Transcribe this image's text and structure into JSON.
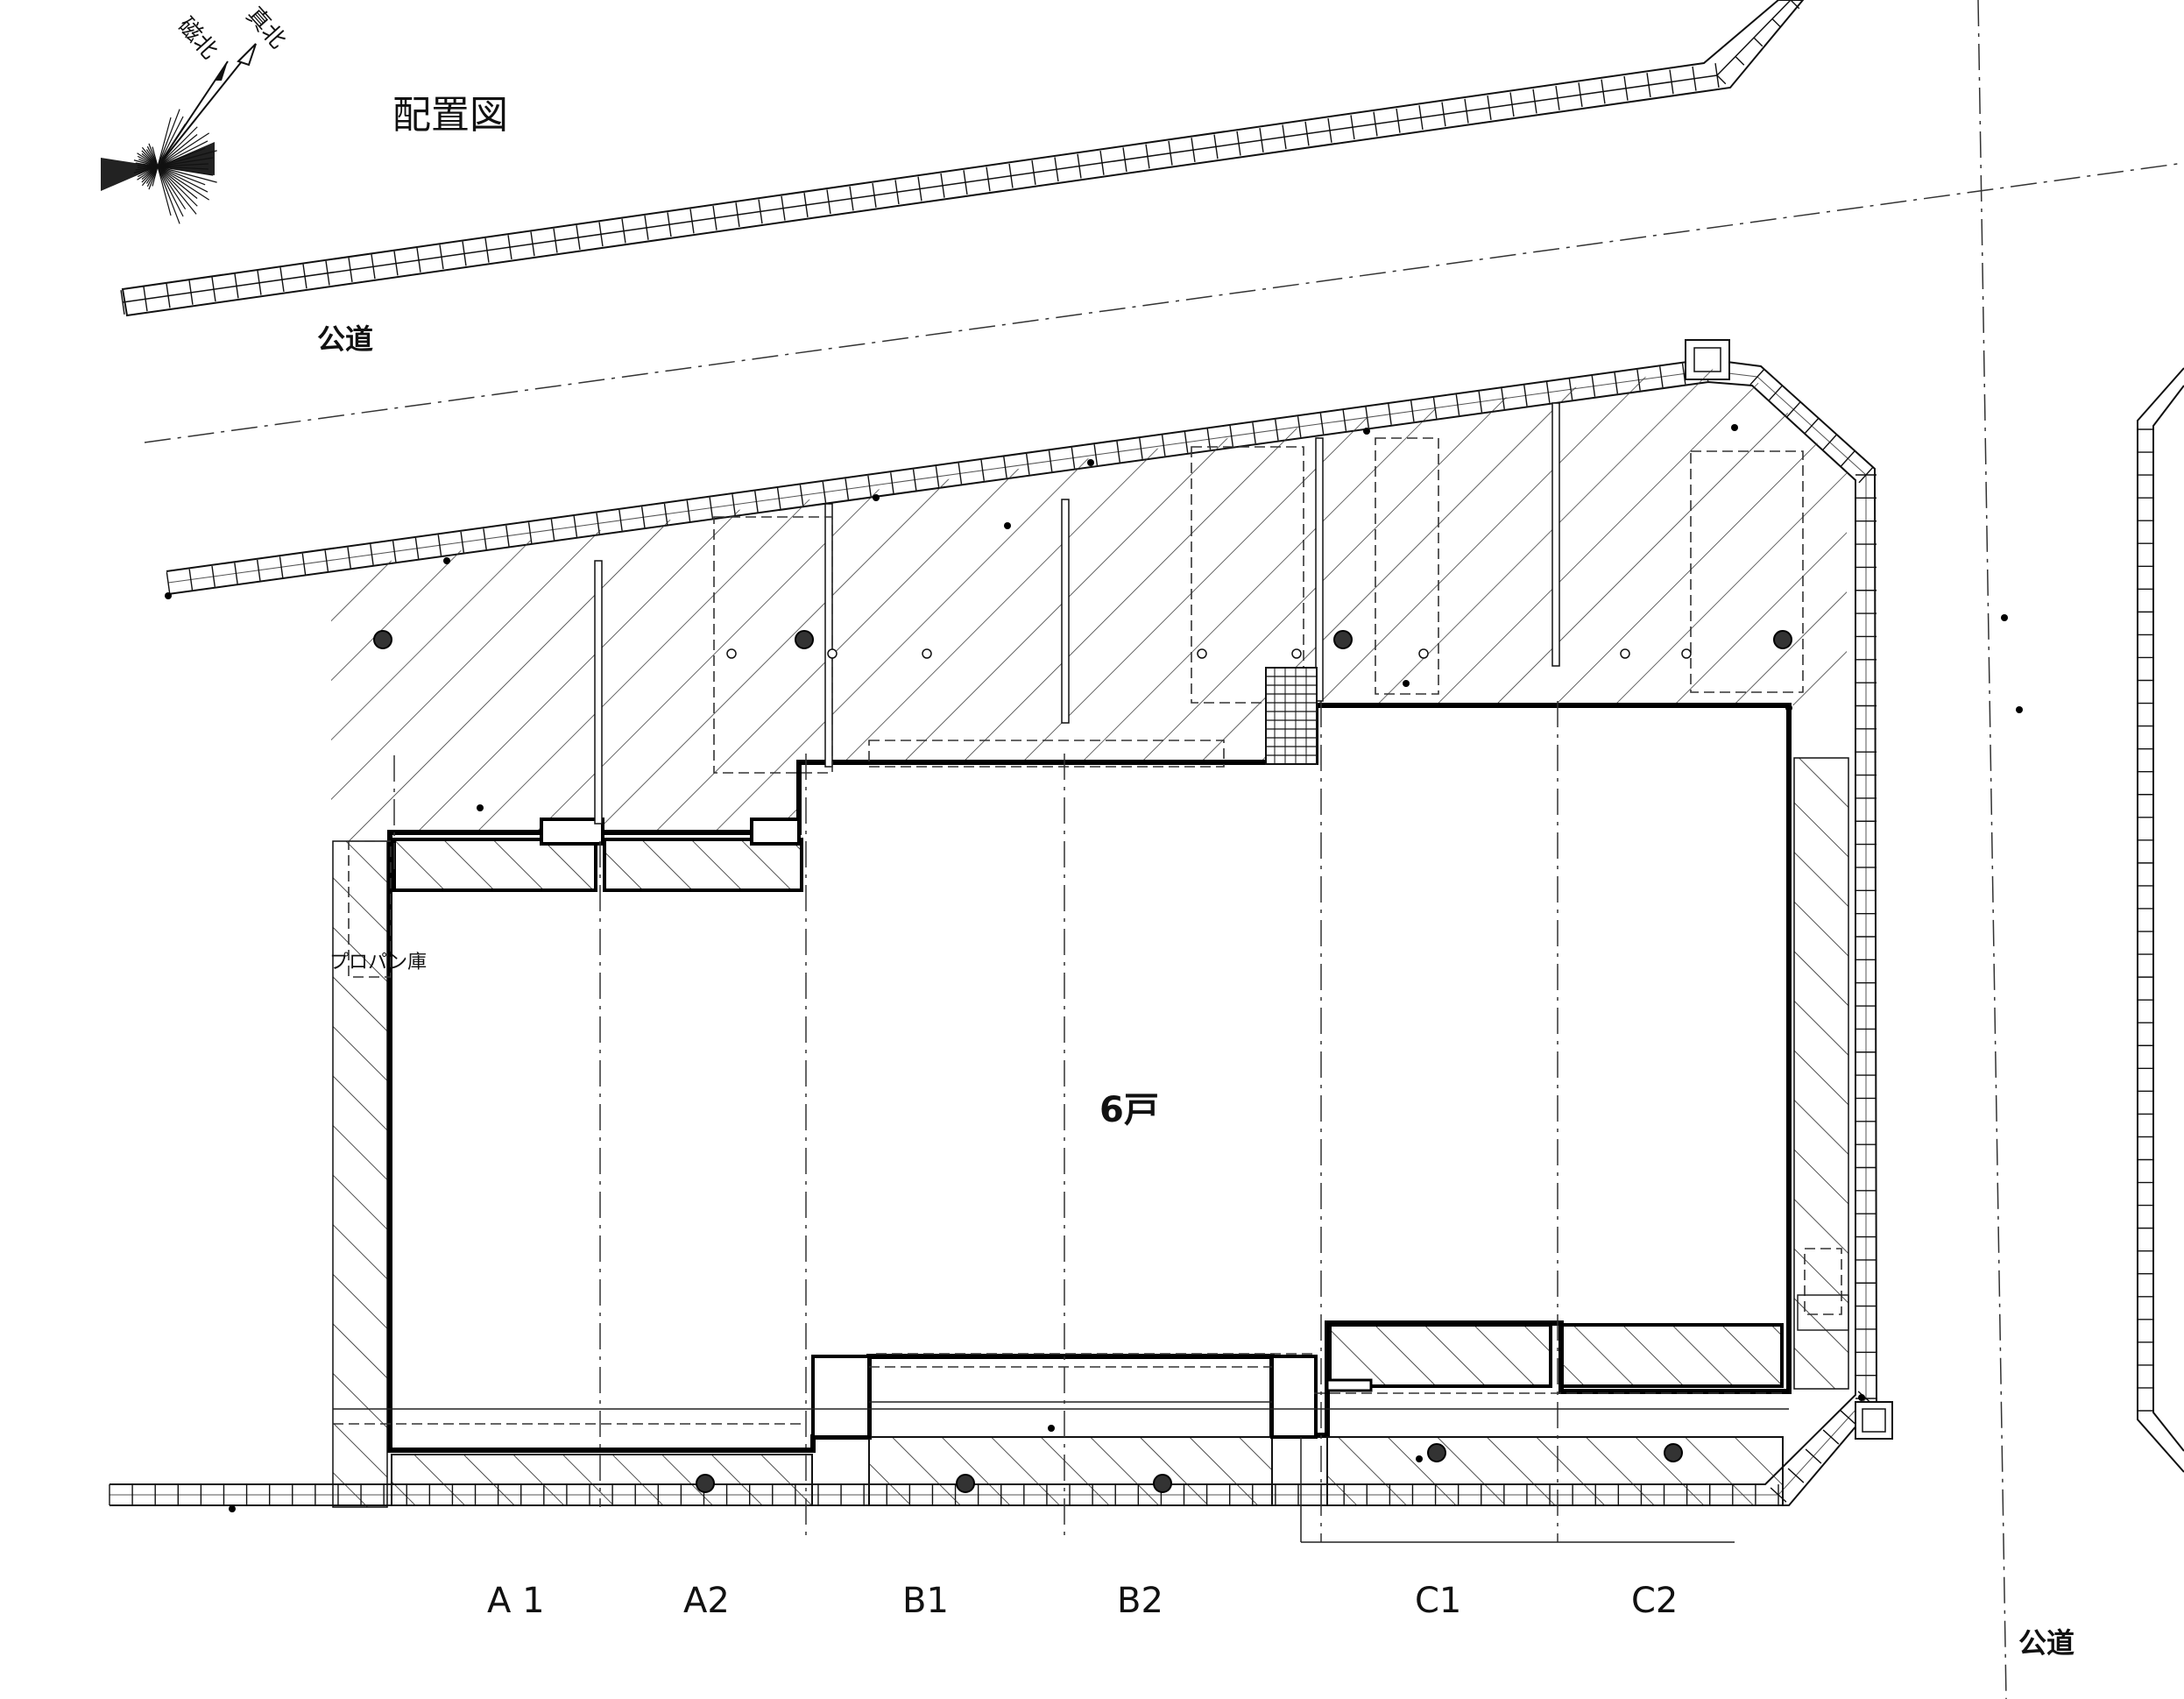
{
  "plan": {
    "title": "配置図",
    "unit_count": "6戸",
    "units": [
      "A 1",
      "A2",
      "B1",
      "B2",
      "C1",
      "C2"
    ],
    "road_top": "公道",
    "road_right": "公道",
    "propane_label": "プロパン庫"
  },
  "compass": {
    "magnetic_north": "磁北",
    "true_north": "真北"
  },
  "colors": {
    "line": "#111111",
    "background": "#ffffff"
  }
}
